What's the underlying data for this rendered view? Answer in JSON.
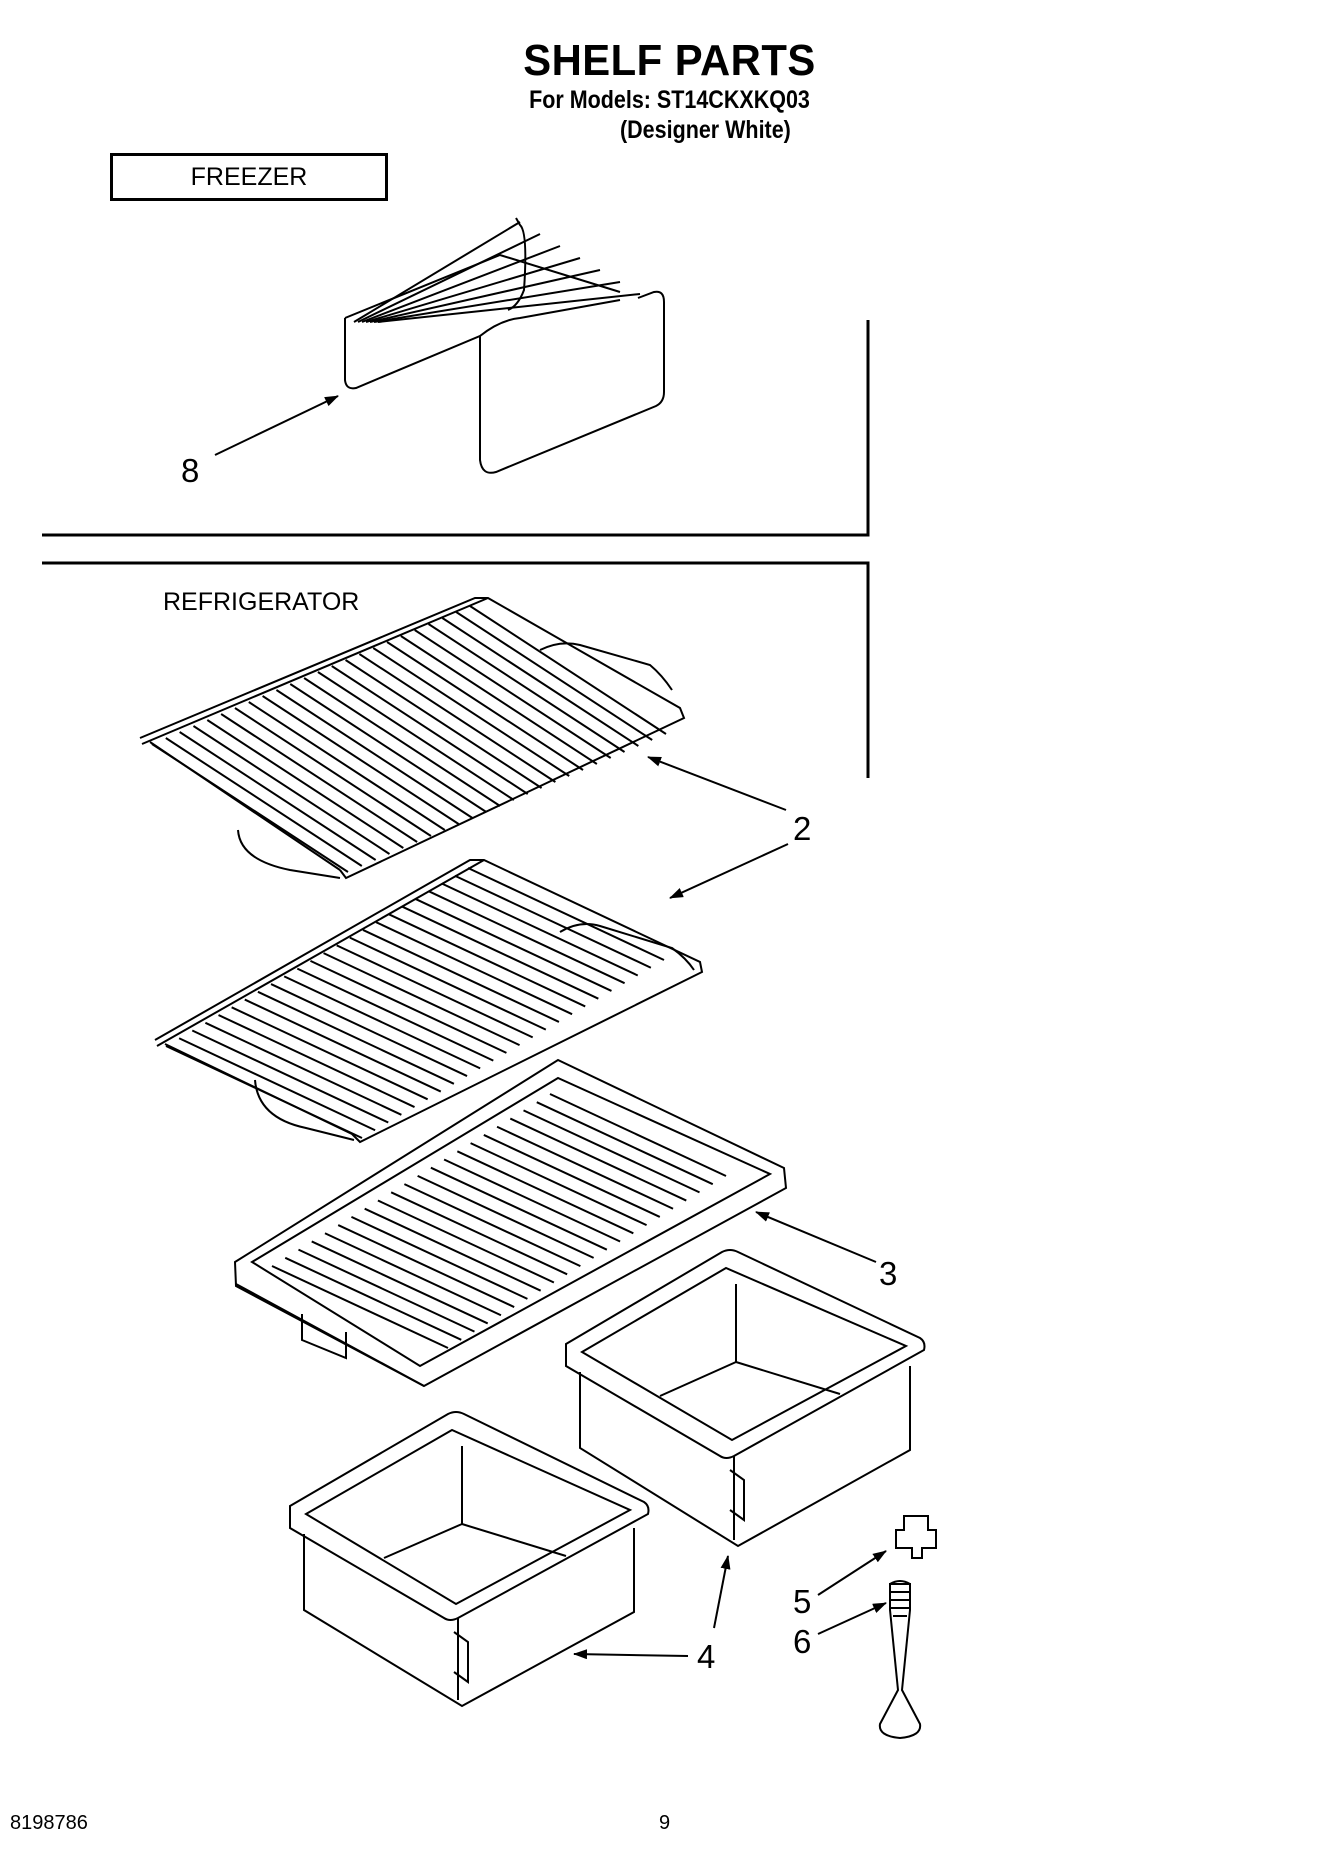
{
  "header": {
    "title": "SHELF PARTS",
    "models_line": "For Models: ST14CKXKQ03",
    "variant_line": "(Designer White)"
  },
  "sections": {
    "freezer_label": "FREEZER",
    "refrigerator_label": "REFRIGERATOR"
  },
  "callouts": {
    "shelf_freezer": "8",
    "shelf_wire": "2",
    "shelf_crisper_cover": "3",
    "crisper_pan": "4",
    "leveling_leg_cap": "5",
    "leveling_leg": "6"
  },
  "footer": {
    "part_code": "8198786",
    "page_number": "9"
  }
}
